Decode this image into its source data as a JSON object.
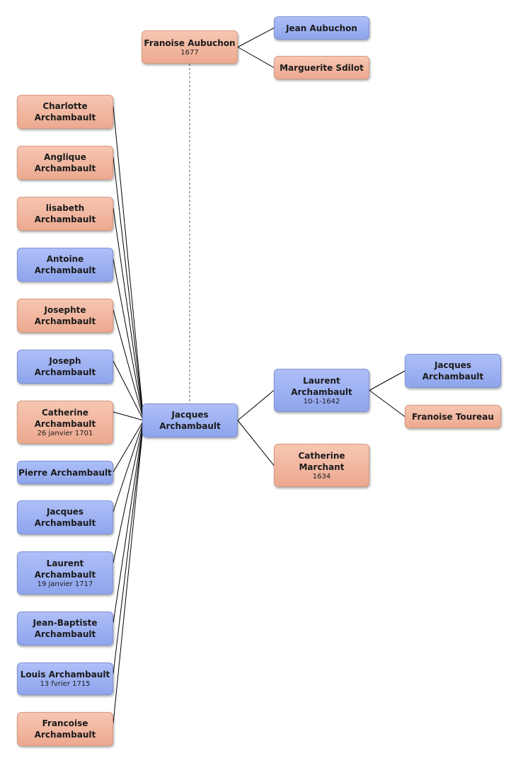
{
  "colors": {
    "male": "#9bb0f2",
    "female": "#f2b8a0",
    "line": "#000000"
  },
  "center": {
    "id": "jacques_c",
    "name": "Jacques\nArchambault",
    "date": "",
    "sex": "m"
  },
  "spouse": {
    "id": "francoise_a",
    "name": "Franoise Aubuchon",
    "date": "1677",
    "sex": "f"
  },
  "spouse_parents": [
    {
      "id": "jean_a",
      "name": "Jean Aubuchon",
      "date": "",
      "sex": "m"
    },
    {
      "id": "marguerite",
      "name": "Marguerite Sdilot",
      "date": "",
      "sex": "f"
    }
  ],
  "parents": [
    {
      "id": "laurent_p",
      "name": "Laurent\nArchambault",
      "date": "10-1-1642",
      "sex": "m"
    },
    {
      "id": "catherine_m",
      "name": "Catherine\nMarchant",
      "date": "1634",
      "sex": "f"
    }
  ],
  "grandparents": [
    {
      "id": "jacques_g",
      "name": "Jacques\nArchambault",
      "date": "",
      "sex": "m"
    },
    {
      "id": "francoise_t",
      "name": "Franoise Toureau",
      "date": "",
      "sex": "f"
    }
  ],
  "children": [
    {
      "id": "c1",
      "name": "Charlotte\nArchambault",
      "date": "",
      "sex": "f"
    },
    {
      "id": "c2",
      "name": "Anglique\nArchambault",
      "date": "",
      "sex": "f"
    },
    {
      "id": "c3",
      "name": "lisabeth\nArchambault",
      "date": "",
      "sex": "f"
    },
    {
      "id": "c4",
      "name": "Antoine\nArchambault",
      "date": "",
      "sex": "m"
    },
    {
      "id": "c5",
      "name": "Josephte\nArchambault",
      "date": "",
      "sex": "f"
    },
    {
      "id": "c6",
      "name": "Joseph\nArchambault",
      "date": "",
      "sex": "m"
    },
    {
      "id": "c7",
      "name": "Catherine\nArchambault",
      "date": "26 janvier 1701",
      "sex": "f"
    },
    {
      "id": "c8",
      "name": "Pierre Archambault",
      "date": "",
      "sex": "m"
    },
    {
      "id": "c9",
      "name": "Jacques\nArchambault",
      "date": "",
      "sex": "m"
    },
    {
      "id": "c10",
      "name": "Laurent\nArchambault",
      "date": "19 janvier 1717",
      "sex": "m"
    },
    {
      "id": "c11",
      "name": "Jean-Baptiste\nArchambault",
      "date": "",
      "sex": "m"
    },
    {
      "id": "c12",
      "name": "Louis Archambault",
      "date": "13 fvrier 1715",
      "sex": "m"
    },
    {
      "id": "c13",
      "name": "Francoise\nArchambault",
      "date": "",
      "sex": "f"
    }
  ]
}
